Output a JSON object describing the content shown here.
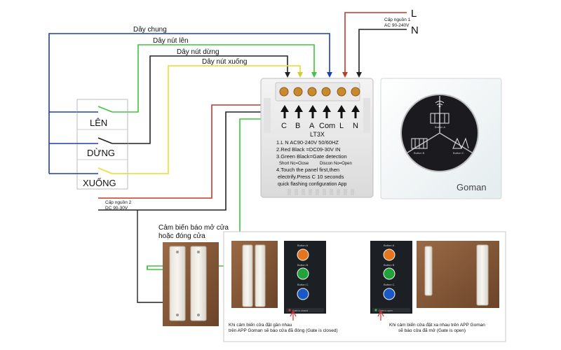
{
  "wires": {
    "common": "Dây chung",
    "up": "Dây nút lên",
    "stop": "Dây nút dừng",
    "down": "Dây nút xuống"
  },
  "power1": {
    "line1": "Cấp nguồn 1",
    "line2": "AC 90-240V",
    "L": "L",
    "N": "N"
  },
  "power2": {
    "line1": "Cấp nguồn 2",
    "line2": "DC 90-30V"
  },
  "switches": {
    "up": "LÊN",
    "stop": "DỪNG",
    "down": "XUỐNG"
  },
  "module": {
    "terminals": [
      "C",
      "B",
      "A",
      "Com",
      "L",
      "N"
    ],
    "model": "LT3X",
    "spec1": "1.L N AC90-240V 50/60HZ",
    "spec2": "2.Red Black =DC09-30V IN",
    "spec3": "3.Green Black=Gate detection",
    "spec3b_left": "Short Nc=Close",
    "spec3b_right": "Discon No=Open",
    "spec4a": "4.Touch the panel first,then",
    "spec4b": "electrify.Press C 10 seconds",
    "spec4c": "quick flashing configuration App"
  },
  "panel": {
    "brand": "Goman",
    "button_a": "Button A",
    "button_b": "Button B",
    "button_c": "Button C"
  },
  "sensor": {
    "label1": "Cảm biến báo mở cửa",
    "label2": "hoặc đóng cửa"
  },
  "app": {
    "button_a": "Button A",
    "button_b": "Button B",
    "button_c": "Button C",
    "status_closed": "Gate is closed",
    "status_open": "Gate is open"
  },
  "captions": {
    "closed1": "Khi cảm biến cửa đặt gần nhau",
    "closed2": "trên APP Goman sẽ báo cửa đã đóng (Gate is closed)",
    "open1": "Khi cảm biến cửa đặt xa nhau trên APP Goman",
    "open2": "sẽ báo cửa đã mở (Gate is open)"
  },
  "colors": {
    "common_wire": "#1f3fa8",
    "up_wire": "#3ec43e",
    "stop_wire": "#222222",
    "down_wire": "#e8e04a",
    "red_wire": "#c0392b",
    "green_wire": "#3ec43e",
    "app_orange": "#e6761e",
    "app_green": "#22a33a",
    "app_blue": "#1a58c8"
  }
}
